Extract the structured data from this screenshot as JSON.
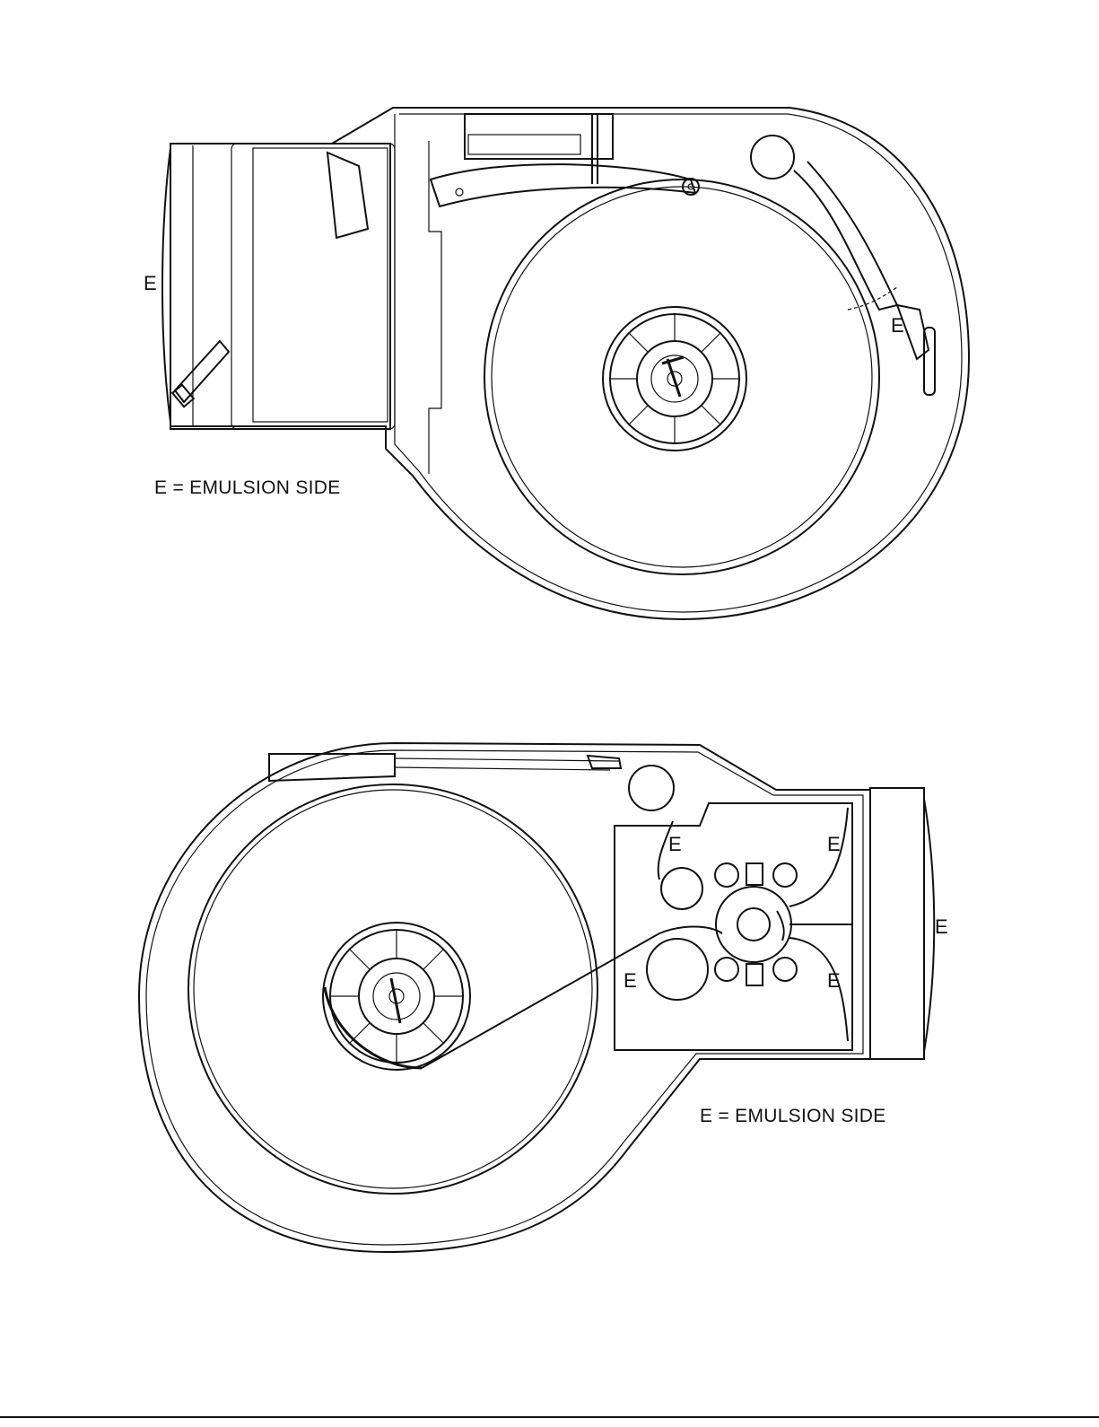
{
  "figures": [
    {
      "emulsion_mark": "E",
      "caption": "E = EMULSION  SIDE"
    },
    {
      "emulsion_mark": "E",
      "caption": "E = EMULSION  SIDE"
    }
  ]
}
